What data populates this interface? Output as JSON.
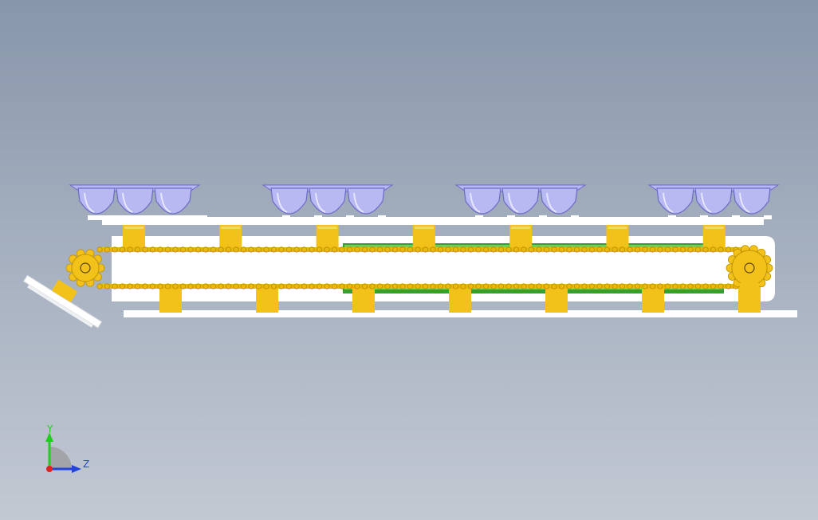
{
  "viewport": {
    "background_top": "#8896aa",
    "background_bottom": "#c3c9d3"
  },
  "model": {
    "frame_color": "#ffffff",
    "bracket_color": "#f2c21a",
    "chain_color": "#e8b80c",
    "belt_color": "#2fa32c",
    "bucket_color": "#b8b8f2",
    "bucket_outline": "#6b6bc8",
    "bucket_groups": 4,
    "buckets_per_group": 3,
    "upper_brackets": 7,
    "lower_brackets": 7,
    "sprockets": [
      "drive-sprocket",
      "idler-sprocket"
    ]
  },
  "triad": {
    "y_label": "Y",
    "z_label": "Z",
    "y_color": "#22cc22",
    "z_color": "#2244dd",
    "x_color": "#dd2222"
  }
}
